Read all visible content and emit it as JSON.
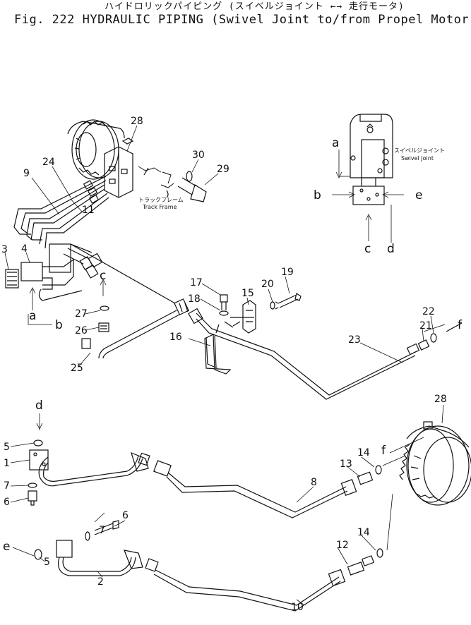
{
  "title_jp": "ハイドロリックパイピング (スイベルジョイント ←→ 走行モータ)",
  "title_main": "Fig. 222 HYDRAULIC PIPING (Swivel Joint to/from Propel Motor)",
  "notes": {
    "track_frame_jp": "トラックフレーム",
    "track_frame_en": "Track Frame",
    "swivel_joint_jp": "スイベルジョイント",
    "swivel_joint_en": "Swivel Joint"
  },
  "part_labels": {
    "p1": "1",
    "p2": "2",
    "p3": "3",
    "p4": "4",
    "p5a": "5",
    "p5b": "5",
    "p6a": "6",
    "p6b": "6",
    "p7a": "7",
    "p7b": "7",
    "p8": "8",
    "p9": "9",
    "p10": "10",
    "p11": "11",
    "p12": "12",
    "p13": "13",
    "p14a": "14",
    "p14b": "14",
    "p15": "15",
    "p16": "16",
    "p17": "17",
    "p18": "18",
    "p19": "19",
    "p20": "20",
    "p21": "21",
    "p22": "22",
    "p23": "23",
    "p24": "24",
    "p25": "25",
    "p26": "26",
    "p27": "27",
    "p28a": "28",
    "p28b": "28",
    "p29": "29",
    "p30": "30"
  },
  "port_labels": {
    "a1": "a",
    "b1": "b",
    "c1": "c",
    "f1": "f",
    "a2": "a",
    "b2": "b",
    "c2": "c",
    "d2": "d",
    "e2": "e",
    "d3": "d",
    "e3": "e",
    "f3": "f"
  }
}
